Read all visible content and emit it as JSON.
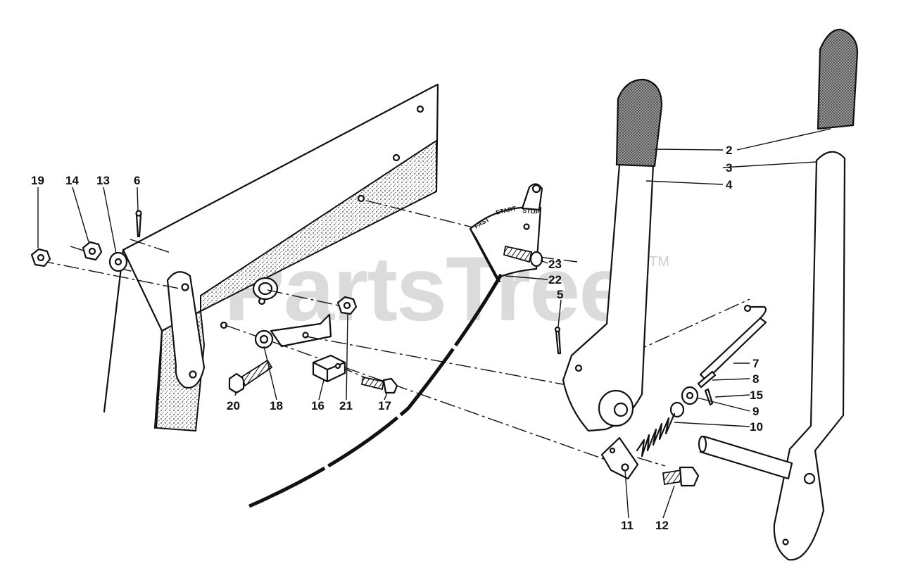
{
  "watermark": {
    "text": "PartsTree",
    "trademark": "TM"
  },
  "throttle_plate": {
    "fast": "FAST",
    "start": "START",
    "stop": "STOP"
  },
  "callouts": [
    {
      "id": "c2",
      "label": "2"
    },
    {
      "id": "c3",
      "label": "3"
    },
    {
      "id": "c4",
      "label": "4"
    },
    {
      "id": "c5",
      "label": "5"
    },
    {
      "id": "c6",
      "label": "6"
    },
    {
      "id": "c7",
      "label": "7"
    },
    {
      "id": "c8",
      "label": "8"
    },
    {
      "id": "c9",
      "label": "9"
    },
    {
      "id": "c10",
      "label": "10"
    },
    {
      "id": "c11",
      "label": "11"
    },
    {
      "id": "c12",
      "label": "12"
    },
    {
      "id": "c13",
      "label": "13"
    },
    {
      "id": "c14",
      "label": "14"
    },
    {
      "id": "c15",
      "label": "15"
    },
    {
      "id": "c16",
      "label": "16"
    },
    {
      "id": "c17",
      "label": "17"
    },
    {
      "id": "c18",
      "label": "18"
    },
    {
      "id": "c19",
      "label": "19"
    },
    {
      "id": "c20",
      "label": "20"
    },
    {
      "id": "c21",
      "label": "21"
    },
    {
      "id": "c22",
      "label": "22"
    },
    {
      "id": "c23",
      "label": "23"
    }
  ]
}
